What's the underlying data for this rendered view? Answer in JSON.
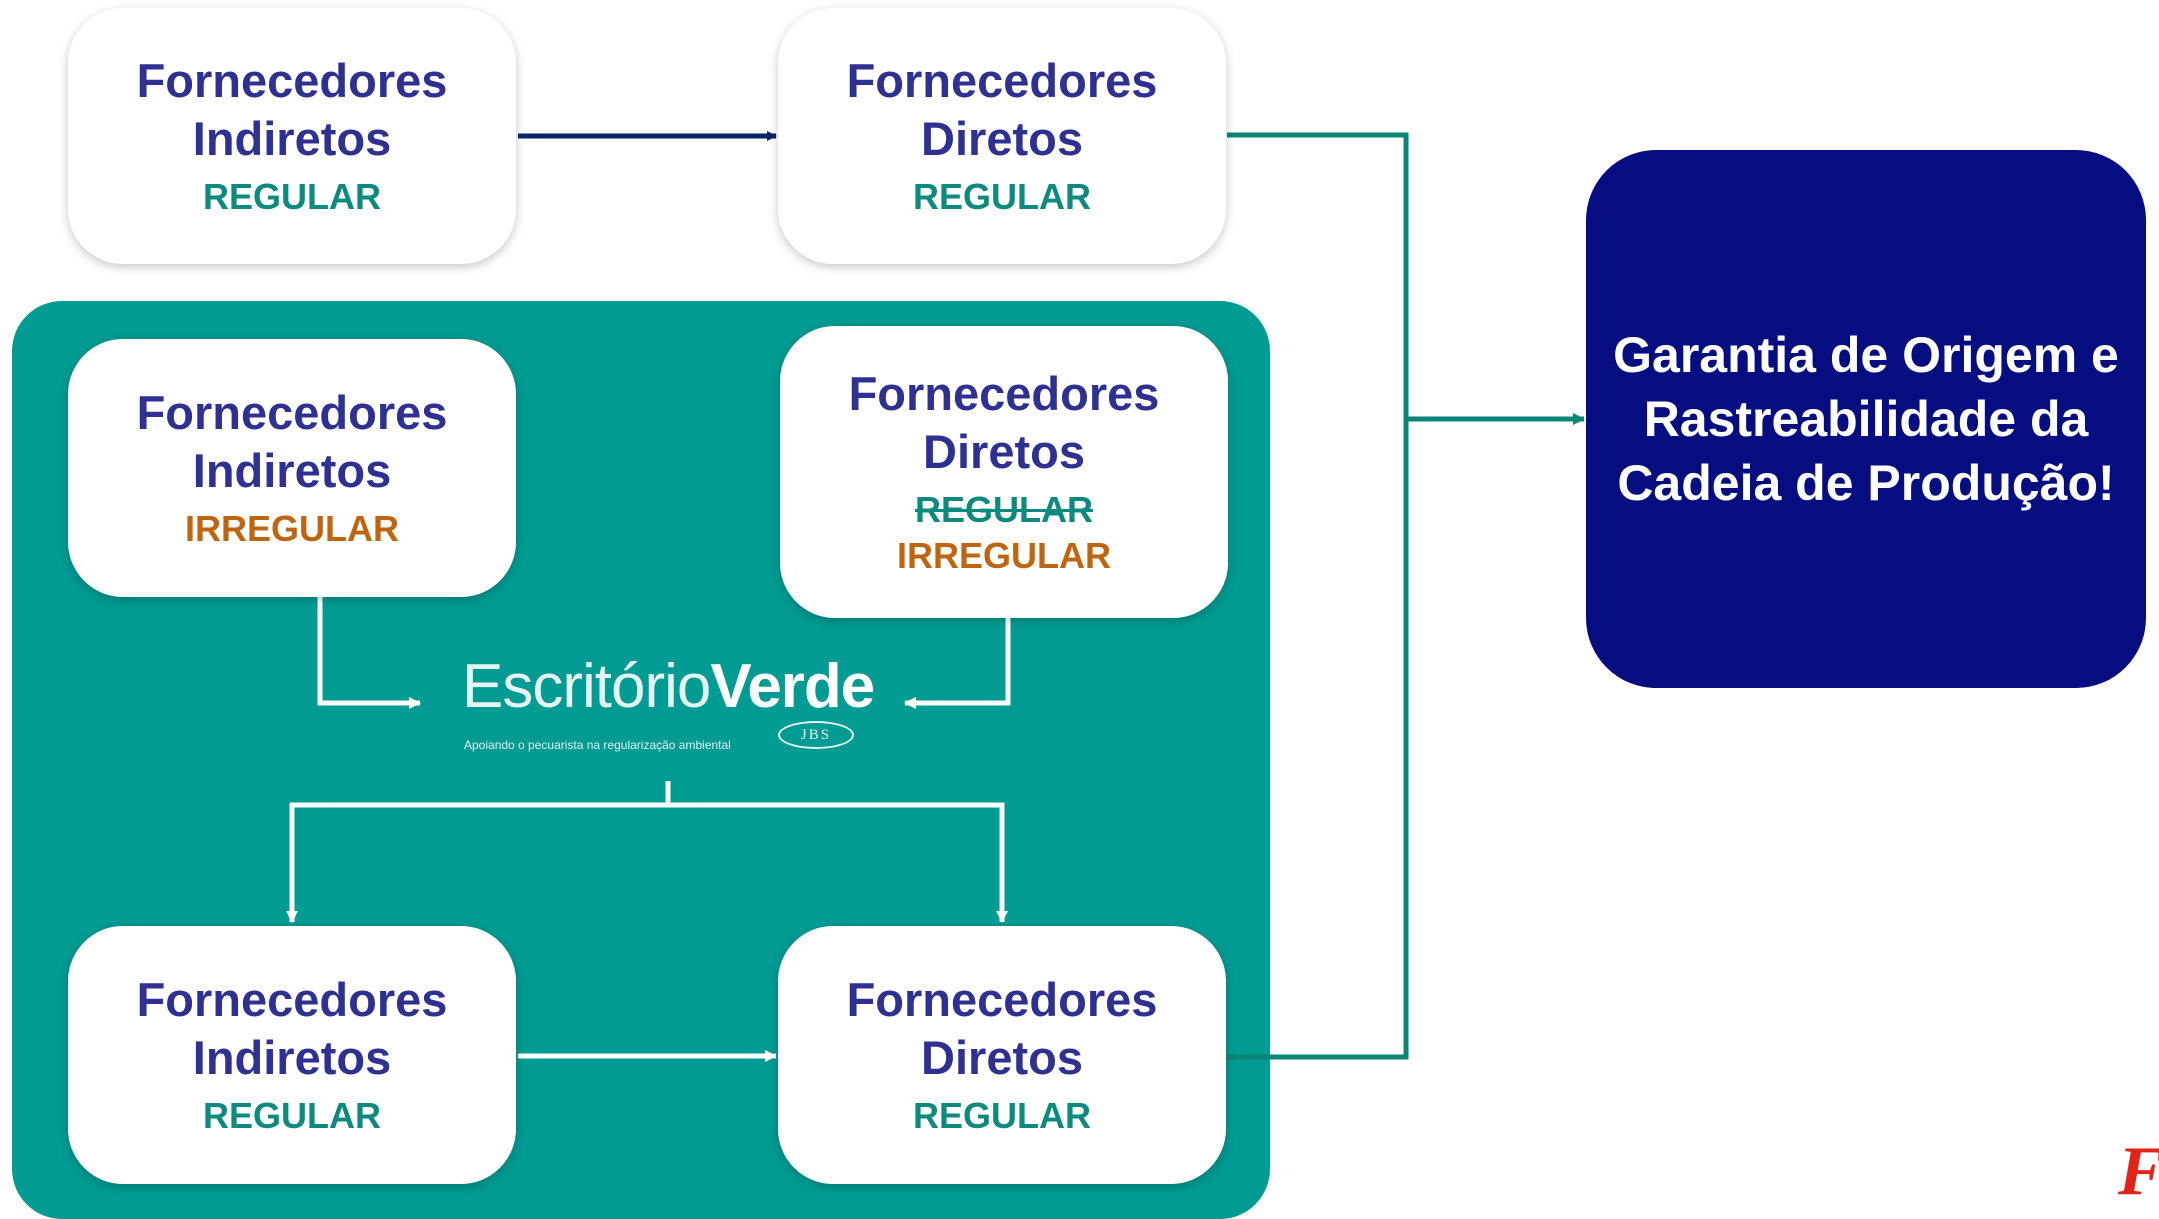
{
  "top_row": {
    "indirect": {
      "line1": "Fornecedores",
      "line2": "Indiretos",
      "status": "REGULAR"
    },
    "direct": {
      "line1": "Fornecedores",
      "line2": "Diretos",
      "status": "REGULAR"
    }
  },
  "panel": {
    "indirect_irregular": {
      "line1": "Fornecedores",
      "line2": "Indiretos",
      "status": "IRREGULAR"
    },
    "direct_irregular": {
      "line1": "Fornecedores",
      "line2": "Diretos",
      "struck_status": "REGULAR",
      "status": "IRREGULAR"
    },
    "logo": {
      "part1": "Escritório",
      "part2": "Verde",
      "tagline": "Apoiando o pecuarista na regularização ambiental",
      "badge": "JBS"
    },
    "indirect_regular": {
      "line1": "Fornecedores",
      "line2": "Indiretos",
      "status": "REGULAR"
    },
    "direct_regular": {
      "line1": "Fornecedores",
      "line2": "Diretos",
      "status": "REGULAR"
    }
  },
  "result": {
    "text": "Garantia de Origem e Rastreabilidade da Cadeia de Produção!"
  },
  "brand_mark": "F",
  "colors": {
    "panel": "#009b92",
    "result": "#050d80",
    "title": "#2e3192",
    "regular": "#0d8a7e",
    "irregular": "#c0650f",
    "connector_dark": "#0a2565",
    "connector_teal": "#0d8478"
  }
}
